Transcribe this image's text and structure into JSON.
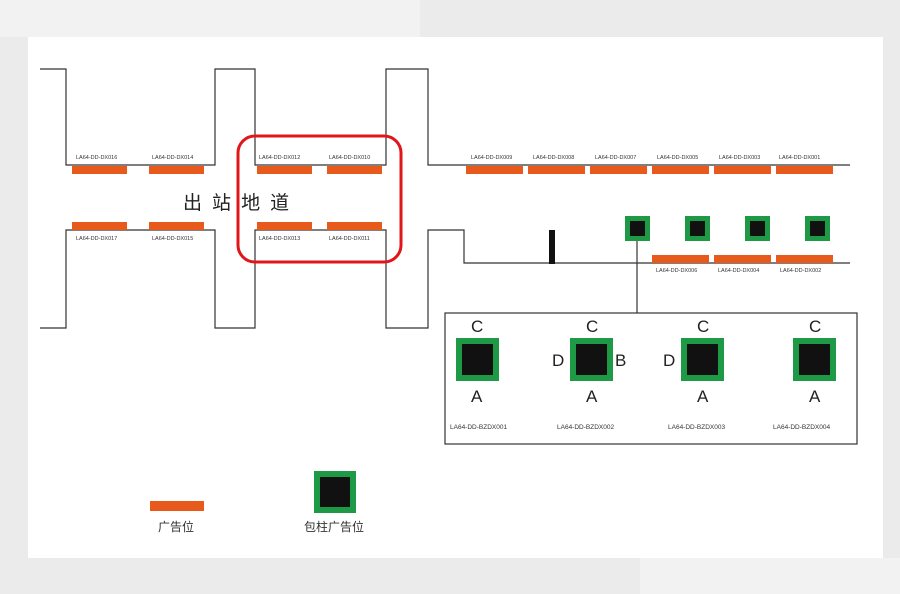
{
  "colors": {
    "ad_bar": "#e85a1c",
    "pillar_green": "#1e9a46",
    "pillar_core": "#111111",
    "highlight": "#e0161b",
    "line": "#333333"
  },
  "title": "出 站 地 道",
  "ad_labels": {
    "top_left": [
      "LA64-DD-DX016",
      "LA64-DD-DX014"
    ],
    "top_middle": [
      "LA64-DD-DX012",
      "LA64-DD-DX010"
    ],
    "top_right": [
      "LA64-DD-DX009",
      "LA64-DD-DX008",
      "LA64-DD-DX007",
      "LA64-DD-DX005",
      "LA64-DD-DX003",
      "LA64-DD-DX001"
    ],
    "bottom_left": [
      "LA64-DD-DX017",
      "LA64-DD-DX015"
    ],
    "bottom_middle": [
      "LA64-DD-DX013",
      "LA64-DD-DX011"
    ],
    "bottom_right": [
      "LA64-DD-DX006",
      "LA64-DD-DX004",
      "LA64-DD-DX002"
    ]
  },
  "pillars": [
    {
      "code": "LA64-DD-BZDX001",
      "top": "C",
      "bottom": "A",
      "left": "",
      "right": ""
    },
    {
      "code": "LA64-DD-BZDX002",
      "top": "C",
      "bottom": "A",
      "left": "D",
      "right": "B"
    },
    {
      "code": "LA64-DD-BZDX003",
      "top": "C",
      "bottom": "A",
      "left": "D",
      "right": ""
    },
    {
      "code": "LA64-DD-BZDX004",
      "top": "C",
      "bottom": "A",
      "left": "",
      "right": ""
    }
  ],
  "legend": {
    "ad_position": "广告位",
    "pillar_ad_position": "包柱广告位"
  }
}
